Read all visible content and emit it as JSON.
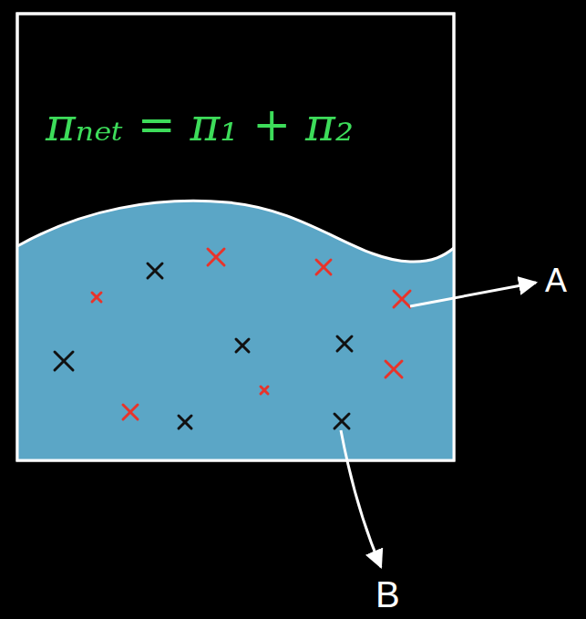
{
  "diagram": {
    "labels": [
      "πₙₑₜ = π₁ + π₂",
      "A",
      "B"
    ]
  }
}
